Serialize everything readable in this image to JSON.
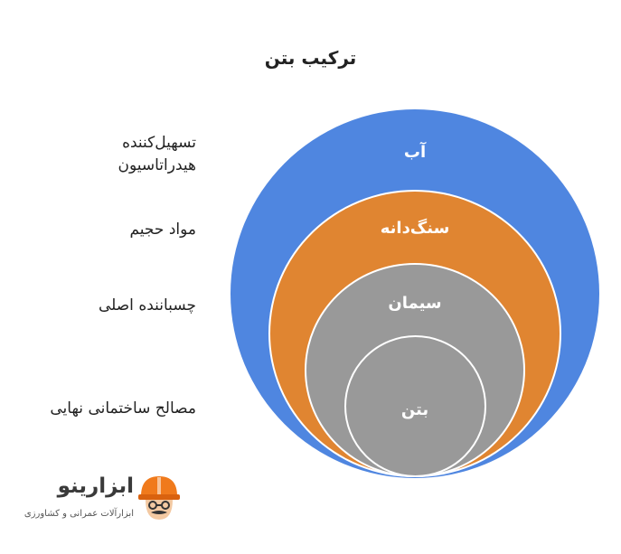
{
  "title": "ترکیب بتن",
  "labels": {
    "outer": [
      "تسهیل‌کننده",
      "هیدراتاسیون"
    ],
    "second": "مواد حجیم",
    "third": "چسباننده اصلی",
    "inner": "مصالح ساختمانی نهایی"
  },
  "rings": {
    "water": "آب",
    "aggregate": "سنگ‌دانه",
    "cement": "سیمان",
    "concrete": "بتن"
  },
  "colors": {
    "water": "#4f86e0",
    "aggregate": "#e08531",
    "cement": "#999999",
    "concrete": "#999999"
  },
  "logo": {
    "name": "ابزارینو",
    "tagline": "ابزارآلات عمرانی و کشاورزی",
    "icon": "worker-helmet-icon"
  }
}
